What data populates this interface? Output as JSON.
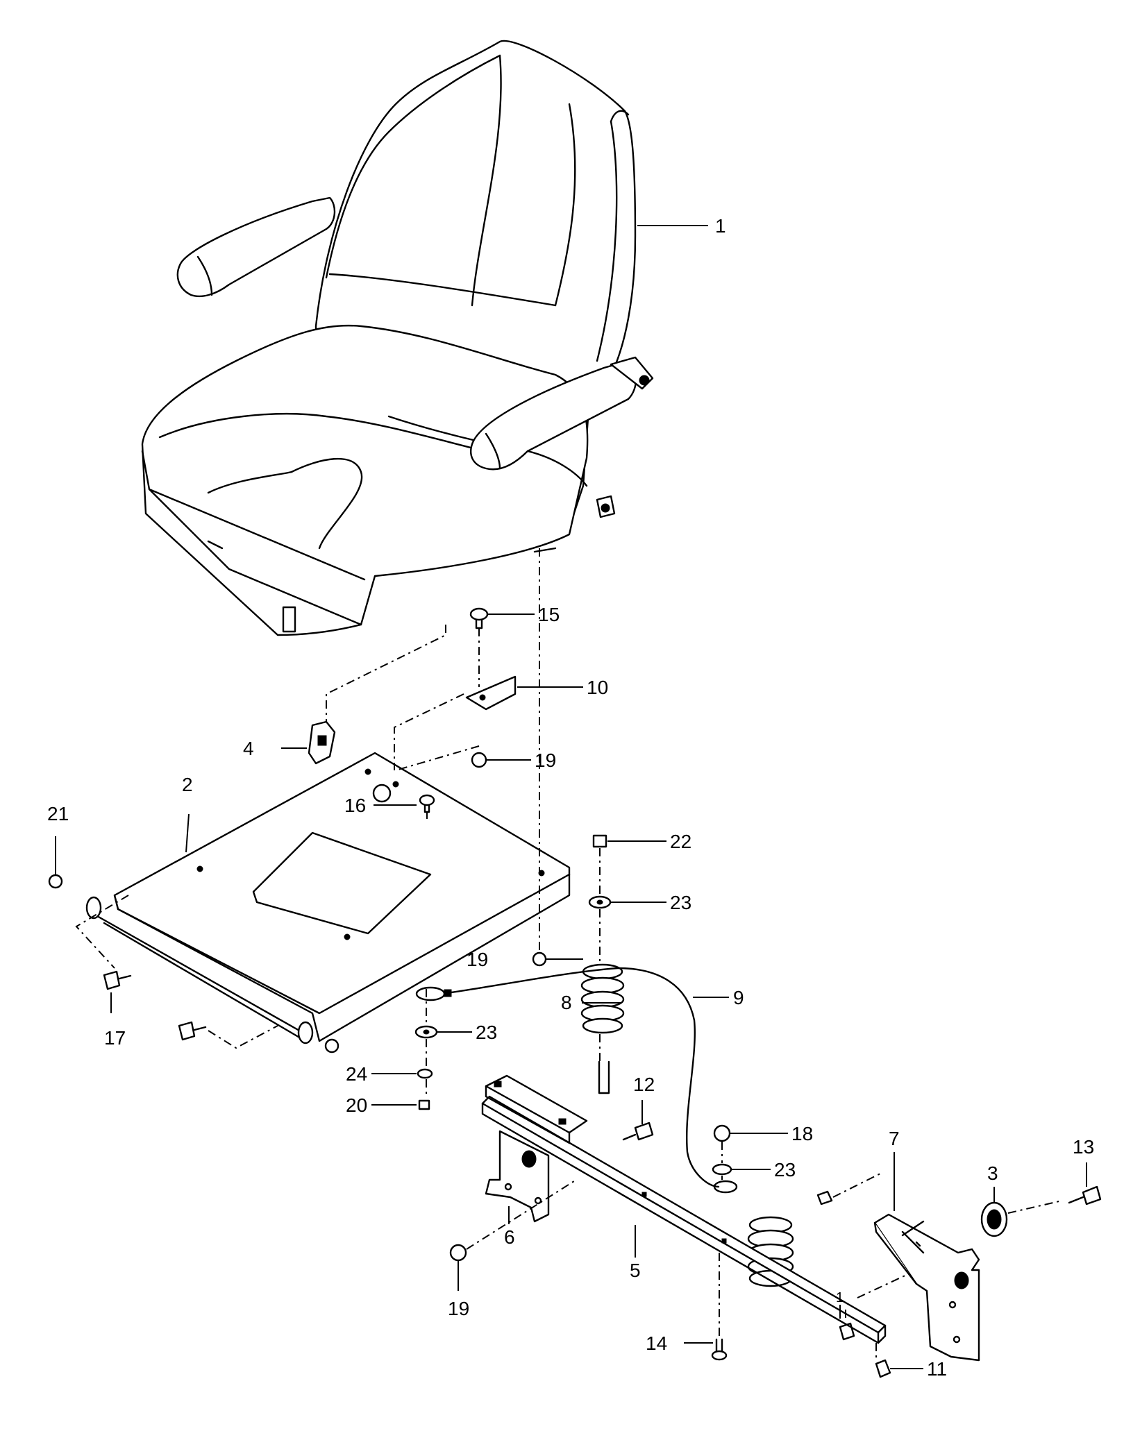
{
  "diagram": {
    "type": "exploded-parts-diagram",
    "callouts": [
      {
        "id": "c1",
        "label": "1"
      },
      {
        "id": "c2",
        "label": "2"
      },
      {
        "id": "c3",
        "label": "3"
      },
      {
        "id": "c4",
        "label": "4"
      },
      {
        "id": "c5",
        "label": "5"
      },
      {
        "id": "c6",
        "label": "6"
      },
      {
        "id": "c7",
        "label": "7"
      },
      {
        "id": "c8",
        "label": "8"
      },
      {
        "id": "c9",
        "label": "9"
      },
      {
        "id": "c10",
        "label": "10"
      },
      {
        "id": "c11",
        "label": "11"
      },
      {
        "id": "c12",
        "label": "12"
      },
      {
        "id": "c13",
        "label": "13"
      },
      {
        "id": "c14",
        "label": "14"
      },
      {
        "id": "c15",
        "label": "15"
      },
      {
        "id": "c16",
        "label": "16"
      },
      {
        "id": "c17",
        "label": "17"
      },
      {
        "id": "c18",
        "label": "18"
      },
      {
        "id": "c19a",
        "label": "19"
      },
      {
        "id": "c19b",
        "label": "19"
      },
      {
        "id": "c19c",
        "label": "19"
      },
      {
        "id": "c20",
        "label": "20"
      },
      {
        "id": "c21",
        "label": "21"
      },
      {
        "id": "c22",
        "label": "22"
      },
      {
        "id": "c23a",
        "label": "23"
      },
      {
        "id": "c23b",
        "label": "23"
      },
      {
        "id": "c23c",
        "label": "23"
      },
      {
        "id": "c24",
        "label": "24"
      },
      {
        "id": "c-sub",
        "label": "1"
      }
    ]
  }
}
